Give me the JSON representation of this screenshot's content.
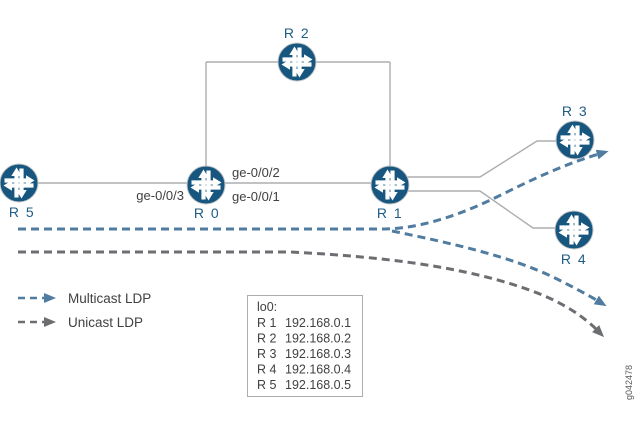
{
  "routers": {
    "r0": {
      "label": "R 0"
    },
    "r1": {
      "label": "R 1"
    },
    "r2": {
      "label": "R 2"
    },
    "r3": {
      "label": "R 3"
    },
    "r4": {
      "label": "R 4"
    },
    "r5": {
      "label": "R 5"
    }
  },
  "interfaces": {
    "ge_0_0_2": "ge-0/0/2",
    "ge_0_0_1": "ge-0/0/1",
    "ge_0_0_3": "ge-0/0/3"
  },
  "legend": {
    "multicast_label": "Multicast LDP",
    "unicast_label": "Unicast LDP"
  },
  "loopback_box": {
    "title": "lo0:",
    "rows": [
      {
        "router": "R 1",
        "ip": "192.168.0.1"
      },
      {
        "router": "R 2",
        "ip": "192.168.0.2"
      },
      {
        "router": "R 3",
        "ip": "192.168.0.3"
      },
      {
        "router": "R 4",
        "ip": "192.168.0.4"
      },
      {
        "router": "R 5",
        "ip": "192.168.0.5"
      }
    ]
  },
  "figure_id": "g042478",
  "colors": {
    "router_fill": "#17567E",
    "router_label": "#1F5C85",
    "solid_link": "#ABADAF",
    "multicast_ldp": "#4F7CA0",
    "unicast_ldp": "#6D6E71",
    "text": "#414042"
  }
}
